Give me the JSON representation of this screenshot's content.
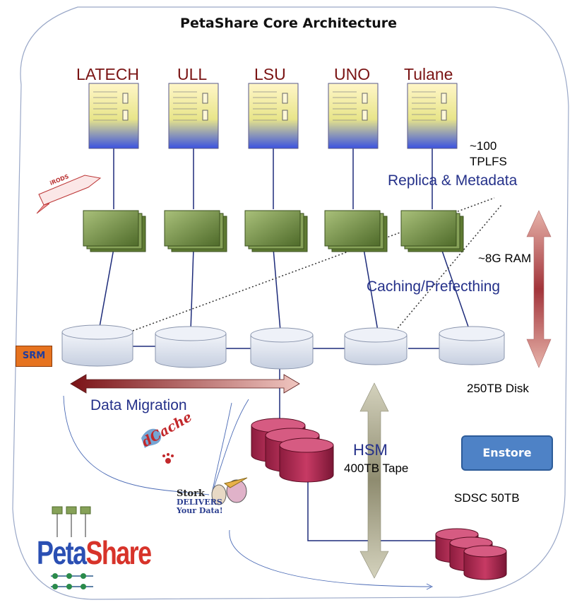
{
  "title": "PetaShare Core Architecture",
  "sites": [
    "LATECH",
    "ULL",
    "LSU",
    "UNO",
    "Tulane"
  ],
  "notes": {
    "tplfs_line1": "~100",
    "tplfs_line2": "TPLFS",
    "ram": "~8G RAM",
    "disk": "250TB Disk",
    "hsm": "HSM",
    "tape": "400TB Tape",
    "sdsc": "SDSC 50TB"
  },
  "flows": {
    "replica": "Replica & Metadata",
    "caching": "Caching/Prefecthing",
    "migration": "Data Migration"
  },
  "buttons": {
    "srm": "SRM",
    "enstore": "Enstore"
  },
  "logos": {
    "petashare_a": "Peta",
    "petashare_b": "Share",
    "dcache": "dCache",
    "irods": "iRODS",
    "stork_1": "Stork",
    "stork_2": "DELIVERS",
    "stork_3": "Your Data!"
  },
  "colors": {
    "server_top": "#fff1b3",
    "server_bottom": "#4a5fe0",
    "node_green": "#7a9a4a",
    "disk_fill": "#dde3ef",
    "db_fill": "#b0244f",
    "arrow_red": "#9c1f25",
    "arrow_tan": "#b9b79e",
    "link_blue": "#1d2b7a"
  }
}
